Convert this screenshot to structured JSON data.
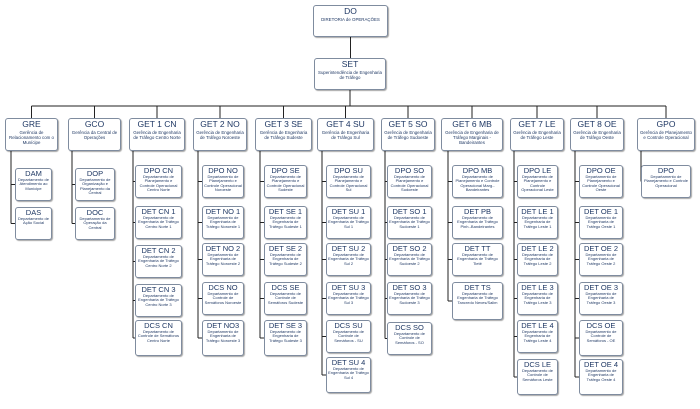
{
  "nodes": [
    {
      "id": "do",
      "abbr": "DO",
      "desc": "DIRETORIA de OPERAÇÕES"
    },
    {
      "id": "set",
      "abbr": "SET",
      "desc": "Superintendência de Engenharia de Tráfego"
    },
    {
      "id": "gre",
      "abbr": "GRE",
      "desc": "Gerência de Relacionamento com o Munícipe"
    },
    {
      "id": "dam",
      "abbr": "DAM",
      "desc": "Departamento de Atendimento ao Munícipe"
    },
    {
      "id": "das",
      "abbr": "DAS",
      "desc": "Departamento de Ação Social"
    },
    {
      "id": "gco",
      "abbr": "GCO",
      "desc": "Gerência da Central de Operações"
    },
    {
      "id": "dop",
      "abbr": "DOP",
      "desc": "Departamento de Organização e Planejamento da Central"
    },
    {
      "id": "doc",
      "abbr": "DOC",
      "desc": "Departamento de Operação da Central"
    },
    {
      "id": "get1",
      "abbr": "GET 1 CN",
      "desc": "Gerência de Engenharia de Tráfego Centro Norte"
    },
    {
      "id": "dpocn",
      "abbr": "DPO CN",
      "desc": "Departamento de Planejamento e Controle Operacional Centro Norte"
    },
    {
      "id": "detcn1",
      "abbr": "DET CN 1",
      "desc": "Departamento de Engenharia de Tráfego Centro Norte 1"
    },
    {
      "id": "detcn2",
      "abbr": "DET CN 2",
      "desc": "Departamento de Engenharia de Tráfego Centro Norte 2"
    },
    {
      "id": "detcn3",
      "abbr": "DET CN 3",
      "desc": "Departamento de Engenharia de Tráfego Centro Norte 3"
    },
    {
      "id": "dcscn",
      "abbr": "DCS CN",
      "desc": "Departamento de Controle de Semáforos Centro Norte"
    },
    {
      "id": "get2",
      "abbr": "GET 2 NO",
      "desc": "Gerência de Engenharia de Tráfego Noroeste"
    },
    {
      "id": "dpono",
      "abbr": "DPO NO",
      "desc": "Departamento de Planejamento e Controle Operacional Noroeste"
    },
    {
      "id": "detno1",
      "abbr": "DET NO 1",
      "desc": "Departamento de Engenharia de Tráfego Noroeste 1"
    },
    {
      "id": "detno2",
      "abbr": "DET NO 2",
      "desc": "Departamento de Engenharia de Tráfego Noroeste 2"
    },
    {
      "id": "dcsno",
      "abbr": "DCS NO",
      "desc": "Departamento de Controle de Semáforos Noroeste"
    },
    {
      "id": "detno3",
      "abbr": "DET NO3",
      "desc": "Departamento de Engenharia de Tráfego Noroeste 3"
    },
    {
      "id": "get3",
      "abbr": "GET 3 SE",
      "desc": "Gerência de Engenharia de Tráfego Sudeste"
    },
    {
      "id": "dpose",
      "abbr": "DPO SE",
      "desc": "Departamento de Planejamento e Controle Operacional Sudeste"
    },
    {
      "id": "detse1",
      "abbr": "DET SE 1",
      "desc": "Departamento de Engenharia de Tráfego Sudeste 1"
    },
    {
      "id": "detse2",
      "abbr": "DET SE 2",
      "desc": "Departamento de Engenharia de Tráfego Sudeste 2"
    },
    {
      "id": "dcsse",
      "abbr": "DCS SE",
      "desc": "Departamento de Controle de Semáforos Sudeste"
    },
    {
      "id": "detse3",
      "abbr": "DET SE 3",
      "desc": "Departamento de Engenharia de Tráfego Sudeste 3"
    },
    {
      "id": "get4",
      "abbr": "GET 4 SU",
      "desc": "Gerência de Engenharia de Tráfego Sul"
    },
    {
      "id": "doposu",
      "abbr": "DPO SU",
      "desc": "Departamento de Planejamento e Controle Operacional Sul"
    },
    {
      "id": "detsu1",
      "abbr": "DET SU 1",
      "desc": "Departamento de Engenharia de Tráfego Sul 1"
    },
    {
      "id": "detsu2",
      "abbr": "DET SU 2",
      "desc": "Departamento de Engenharia de Tráfego Sul 2"
    },
    {
      "id": "detsu3",
      "abbr": "DET SU 3",
      "desc": "Departamento de Engenharia de Tráfego Sul 3"
    },
    {
      "id": "dcssu",
      "abbr": "DCS SU",
      "desc": "Departamento de Controle de Semáforos - SU"
    },
    {
      "id": "detsu4",
      "abbr": "DET SU 4",
      "desc": "Departamento de Engenharia de Tráfego Sul 4"
    },
    {
      "id": "get5",
      "abbr": "GET 5 SO",
      "desc": "Gerência de Engenharia de Tráfego Sudoeste"
    },
    {
      "id": "dposo",
      "abbr": "DPO SO",
      "desc": "Departamento de Planejamento e Controle Operacional Sudoeste"
    },
    {
      "id": "detso1",
      "abbr": "DET SO 1",
      "desc": "Departamento de Engenharia de Tráfego Sudoeste 1"
    },
    {
      "id": "detso2",
      "abbr": "DET SO 2",
      "desc": "Departamento de Engenharia de Tráfego Sudoeste 2"
    },
    {
      "id": "detso3",
      "abbr": "DET SO 3",
      "desc": "Departamento de Engenharia de Tráfego Sudoeste 3"
    },
    {
      "id": "dcsso",
      "abbr": "DCS SO",
      "desc": "Departamento de Controle de Semáforos - SO"
    },
    {
      "id": "get6",
      "abbr": "GET 6 MB",
      "desc": "Gerência de Engenharia de Tráfego Marginais - Bandeirantes"
    },
    {
      "id": "dpomb",
      "abbr": "DPO MB",
      "desc": "Departamento de Planejamento e Controle Operacional Marg.-Bandeirantes"
    },
    {
      "id": "detpb",
      "abbr": "DET PB",
      "desc": "Departamento de Engenharia de Tráfego Pinh.-Bandeirantes"
    },
    {
      "id": "dettt",
      "abbr": "DET TT",
      "desc": "Departamento de Engenharia de Tráfego Tietê"
    },
    {
      "id": "detts",
      "abbr": "DET TS",
      "desc": "Departamento de Engenharia de Tráfego Tancredo Neves/Salim"
    },
    {
      "id": "get7",
      "abbr": "GET 7 LE",
      "desc": "Gerência de Engenharia de Tráfego Leste"
    },
    {
      "id": "dpole",
      "abbr": "DPO LE",
      "desc": "Departamento de Planejamento e Controle Operacional Leste"
    },
    {
      "id": "detle1",
      "abbr": "DET LE 1",
      "desc": "Departamento de Engenharia de Tráfego Leste 1"
    },
    {
      "id": "detle2",
      "abbr": "DET LE 2",
      "desc": "Departamento de Engenharia de Tráfego Leste 2"
    },
    {
      "id": "detle3",
      "abbr": "DET LE 3",
      "desc": "Departamento de Engenharia de Tráfego Leste 3"
    },
    {
      "id": "detle4",
      "abbr": "DET LE 4",
      "desc": "Departamento de Engenharia de Tráfego Leste 4"
    },
    {
      "id": "dcsle",
      "abbr": "DCS LE",
      "desc": "Departamento de Controle de Semáforos Leste"
    },
    {
      "id": "get8",
      "abbr": "GET 8 OE",
      "desc": "Gerência de Engenharia de Tráfego Oeste"
    },
    {
      "id": "dpooe",
      "abbr": "DPO OE",
      "desc": "Departamento de Planejamento e Controle Operacional Oeste"
    },
    {
      "id": "detoe1",
      "abbr": "DET OE 1",
      "desc": "Departamento de Engenharia de Tráfego Oeste 1"
    },
    {
      "id": "detoe2",
      "abbr": "DET OE 2",
      "desc": "Departamento de Engenharia de Tráfego Oeste 2"
    },
    {
      "id": "detoe3",
      "abbr": "DET OE 3",
      "desc": "Departamento de Engenharia de Tráfego Oeste 3"
    },
    {
      "id": "dcsoe",
      "abbr": "DCS OE",
      "desc": "Departamento de Controle de Semáforos - OE"
    },
    {
      "id": "detoe4",
      "abbr": "DET OE 4",
      "desc": "Departamento de Engenharia de Tráfego Oeste 4"
    },
    {
      "id": "gpo",
      "abbr": "GPO",
      "desc": "Gerência de Planejamento e Controle Operacional"
    },
    {
      "id": "dpo",
      "abbr": "DPO",
      "desc": "Departamento de Planejamento e Controle Operacional"
    }
  ],
  "edges": [
    [
      "do",
      "set"
    ],
    [
      "set",
      "gre"
    ],
    [
      "set",
      "gco"
    ],
    [
      "set",
      "get1"
    ],
    [
      "set",
      "get2"
    ],
    [
      "set",
      "get3"
    ],
    [
      "set",
      "get4"
    ],
    [
      "set",
      "get5"
    ],
    [
      "set",
      "get6"
    ],
    [
      "set",
      "get7"
    ],
    [
      "set",
      "get8"
    ],
    [
      "set",
      "gpo"
    ],
    [
      "gre",
      "dam"
    ],
    [
      "gre",
      "das"
    ],
    [
      "gco",
      "dop"
    ],
    [
      "gco",
      "doc"
    ],
    [
      "get1",
      "dpocn"
    ],
    [
      "get1",
      "detcn1"
    ],
    [
      "get1",
      "detcn2"
    ],
    [
      "get1",
      "detcn3"
    ],
    [
      "get1",
      "dcscn"
    ],
    [
      "get2",
      "dpono"
    ],
    [
      "get2",
      "detno1"
    ],
    [
      "get2",
      "detno2"
    ],
    [
      "get2",
      "dcsno"
    ],
    [
      "get2",
      "detno3"
    ],
    [
      "get3",
      "dpose"
    ],
    [
      "get3",
      "detse1"
    ],
    [
      "get3",
      "detse2"
    ],
    [
      "get3",
      "dcsse"
    ],
    [
      "get3",
      "detse3"
    ],
    [
      "get4",
      "doposu"
    ],
    [
      "get4",
      "detsu1"
    ],
    [
      "get4",
      "detsu2"
    ],
    [
      "get4",
      "detsu3"
    ],
    [
      "get4",
      "dcssu"
    ],
    [
      "get4",
      "detsu4"
    ],
    [
      "get5",
      "dposo"
    ],
    [
      "get5",
      "detso1"
    ],
    [
      "get5",
      "detso2"
    ],
    [
      "get5",
      "detso3"
    ],
    [
      "get5",
      "dcsso"
    ],
    [
      "get6",
      "dpomb"
    ],
    [
      "get6",
      "detpb"
    ],
    [
      "get6",
      "dettt"
    ],
    [
      "get6",
      "detts"
    ],
    [
      "get7",
      "dpole"
    ],
    [
      "get7",
      "detle1"
    ],
    [
      "get7",
      "detle2"
    ],
    [
      "get7",
      "detle3"
    ],
    [
      "get7",
      "detle4"
    ],
    [
      "get7",
      "dcsle"
    ],
    [
      "get8",
      "dpooe"
    ],
    [
      "get8",
      "detoe1"
    ],
    [
      "get8",
      "detoe2"
    ],
    [
      "get8",
      "detoe3"
    ],
    [
      "get8",
      "dcsoe"
    ],
    [
      "get8",
      "detoe4"
    ],
    [
      "gpo",
      "dpo"
    ]
  ]
}
